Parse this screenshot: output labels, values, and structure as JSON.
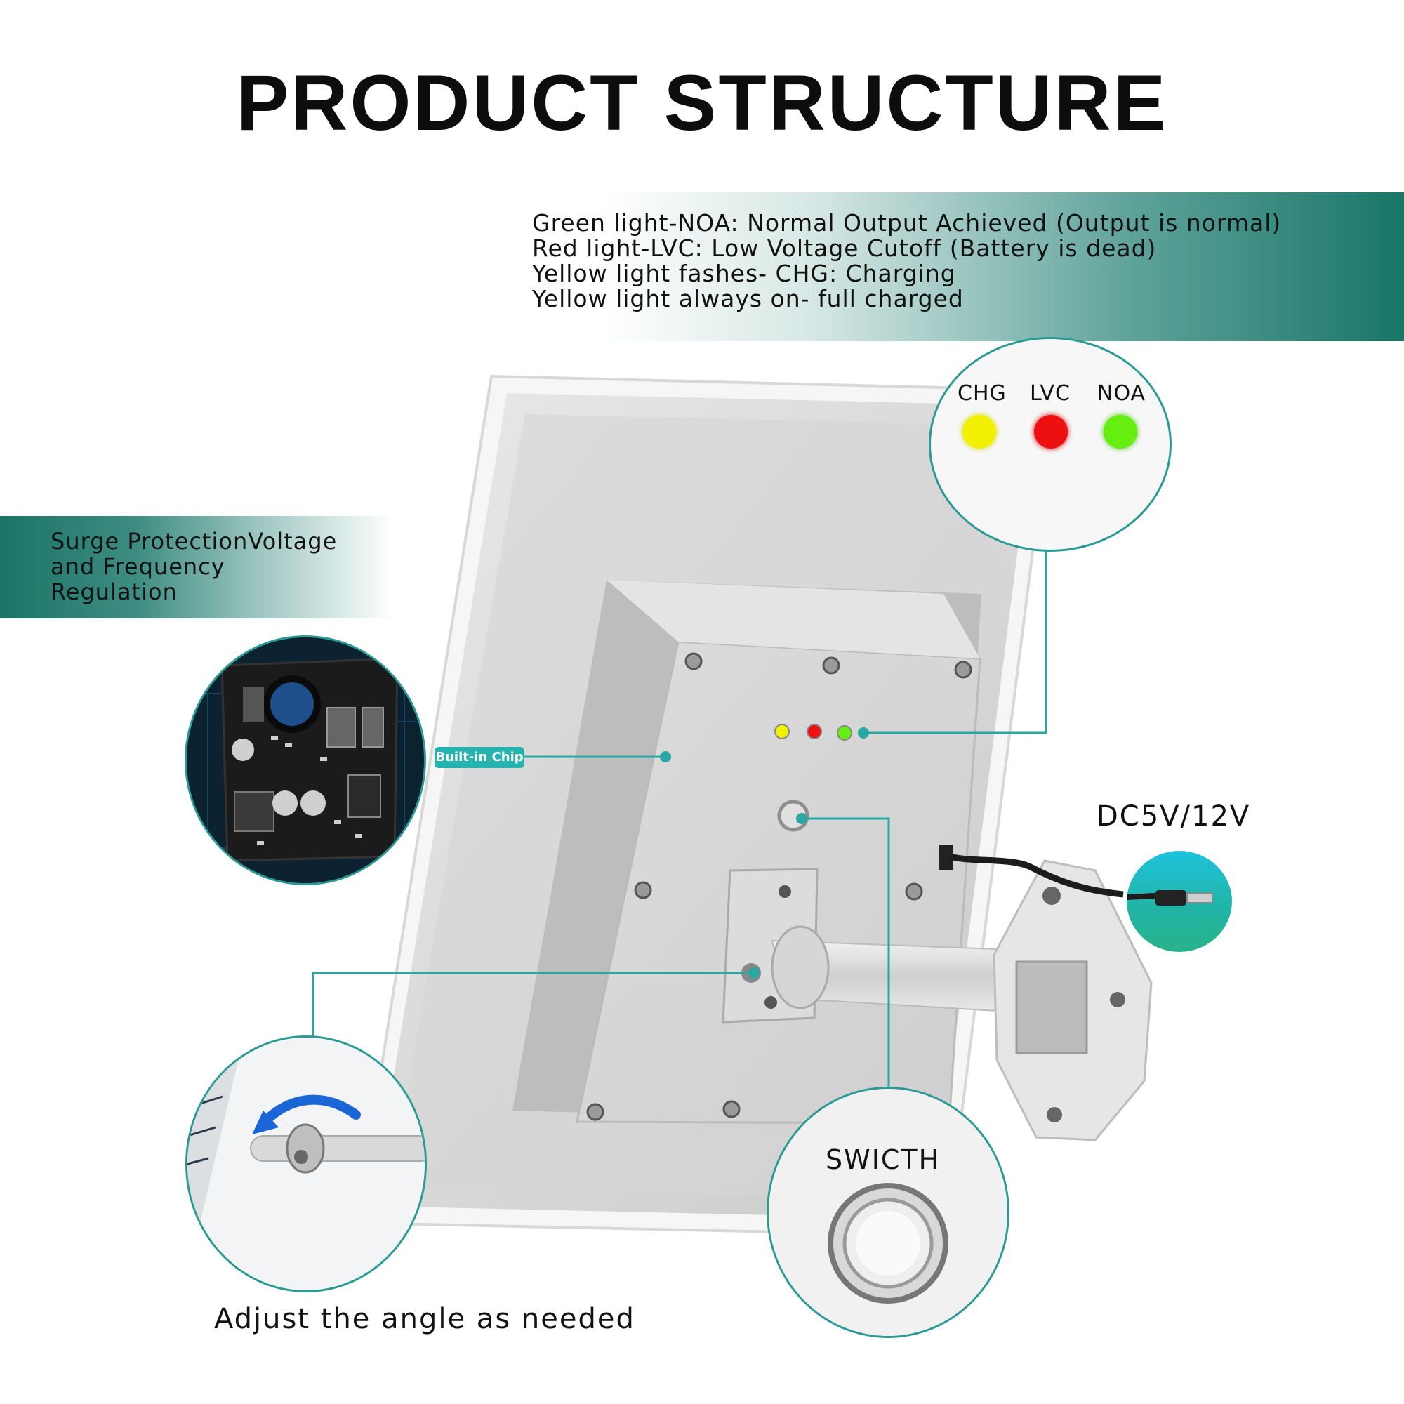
{
  "title": "PRODUCT STRUCTURE",
  "status_legend": [
    "Green light-NOA: Normal Output Achieved (Output is normal)",
    "Red light-LVC: Low Voltage Cutoff (Battery is dead)",
    "Yellow light fashes- CHG: Charging",
    "Yellow light always on- full charged"
  ],
  "indicators": [
    {
      "label": "CHG",
      "color": "#f1f000"
    },
    {
      "label": "LVC",
      "color": "#ee1010"
    },
    {
      "label": "NOA",
      "color": "#66ee11"
    }
  ],
  "left_note": [
    "Surge ProtectionVoltage",
    "and Frequency",
    "Regulation"
  ],
  "chip_badge": "Built-in Chip",
  "power_label": "DC5V/12V",
  "switch_label": "SWICTH",
  "angle_caption": "Adjust the angle as needed",
  "colors": {
    "accent_teal": "#2a9a95",
    "band_dark": "#197566",
    "badge": "#25b3b0"
  }
}
